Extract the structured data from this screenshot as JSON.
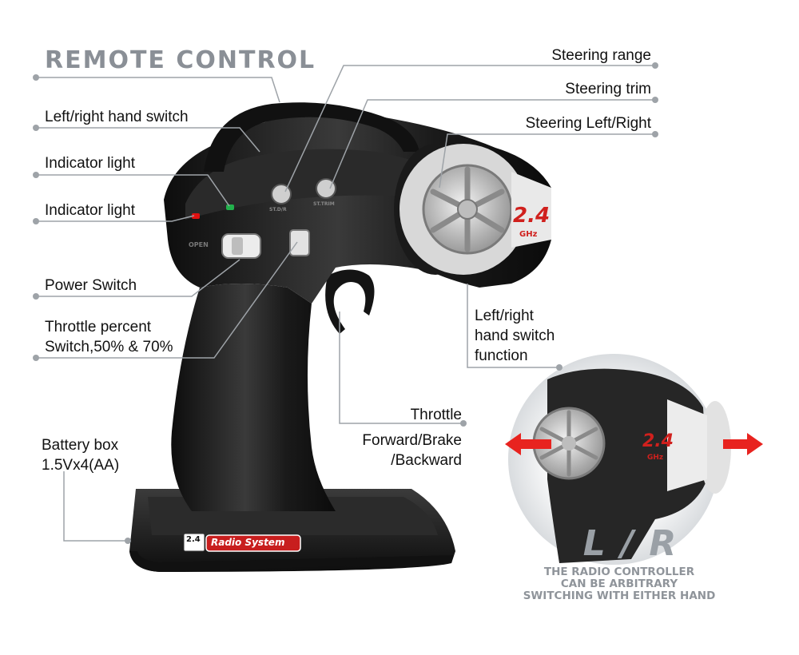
{
  "title": "REMOTE CONTROL",
  "labels": {
    "steering_range": "Steering range",
    "steering_trim": "Steering trim",
    "steering_left_right": "Steering Left/Right",
    "hand_switch": "Left/right hand switch",
    "indicator_light_1": "Indicator light",
    "indicator_light_2": "Indicator light",
    "power_switch": "Power Switch",
    "throttle_percent": [
      "Throttle percent",
      "Switch,50% & 70%"
    ],
    "hand_switch_function": [
      "Left/right",
      "hand switch",
      "function"
    ],
    "throttle": [
      "Throttle",
      "Forward/Brake",
      "/Backward"
    ],
    "battery_box": [
      "Battery box",
      "1.5Vx4(AA)"
    ]
  },
  "inset": {
    "letters": "L / R",
    "caption": [
      "THE RADIO CONTROLLER",
      "CAN BE ARBITRARY",
      "SWITCHING WITH EITHER HAND"
    ],
    "badge_freq": "2.4",
    "badge_unit": "GHz"
  },
  "device": {
    "badge_freq": "2.4",
    "badge_unit": "GHz",
    "base_logo": "Radio System",
    "base_badge": "2.4",
    "power_marking": "OPEN",
    "knob1_marking": "ST.D/R",
    "knob2_marking": "ST.TRIM"
  },
  "colors": {
    "body": "#1e1e1e",
    "line": "#9ea3a8",
    "title": "#8a8f96",
    "arrow": "#e8231f",
    "caption": "#8f949a",
    "led_red": "#e01010",
    "led_green": "#22b14c"
  }
}
